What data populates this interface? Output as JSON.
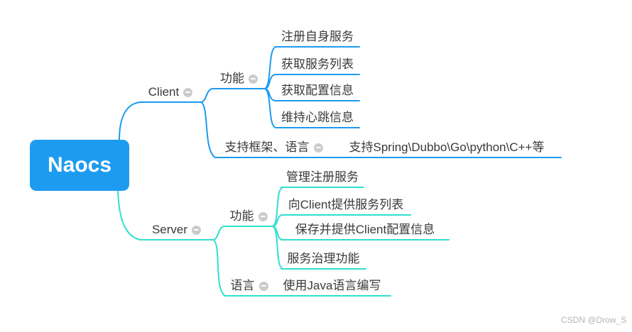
{
  "colors": {
    "root_bg": "#1d9bf0",
    "client_branch": "#1d9bf0",
    "server_branch": "#2fe0ce"
  },
  "mindmap": {
    "root": {
      "label": "Naocs",
      "children": [
        {
          "label": "Client",
          "children": [
            {
              "label": "功能",
              "children": [
                {
                  "label": "注册自身服务"
                },
                {
                  "label": "获取服务列表"
                },
                {
                  "label": "获取配置信息"
                },
                {
                  "label": "维持心跳信息"
                }
              ]
            },
            {
              "label": "支持框架、语言",
              "children": [
                {
                  "label": "支持Spring\\Dubbo\\Go\\python\\C++等"
                }
              ]
            }
          ]
        },
        {
          "label": "Server",
          "children": [
            {
              "label": "功能",
              "children": [
                {
                  "label": "管理注册服务"
                },
                {
                  "label": "向Client提供服务列表"
                },
                {
                  "label": "保存并提供Client配置信息"
                },
                {
                  "label": "服务治理功能"
                }
              ]
            },
            {
              "label": "语言",
              "children": [
                {
                  "label": "使用Java语言编写"
                }
              ]
            }
          ]
        }
      ]
    }
  },
  "watermark": "CSDN @Drow_S"
}
